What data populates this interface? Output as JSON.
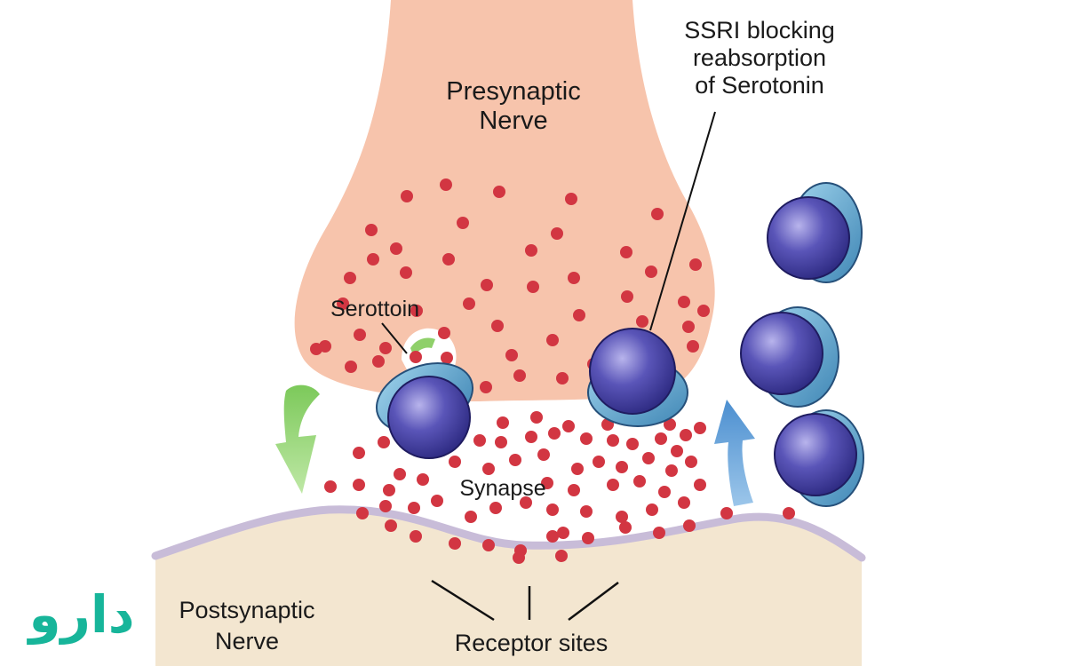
{
  "labels": {
    "presynaptic_line1": "Presynaptic",
    "presynaptic_line2": "Nerve",
    "ssri_line1": "SSRI blocking",
    "ssri_line2": "reabsorption",
    "ssri_line3": "of Serotonin",
    "serotonin": "Serottoin",
    "synapse": "Synapse",
    "postsynaptic_line1": "Postsynaptic",
    "postsynaptic_line2": "Nerve",
    "receptor_sites": "Receptor sites"
  },
  "logo": {
    "text": "دارو"
  },
  "colors": {
    "presynaptic_fill": "#f7c4ac",
    "postsynaptic_fill": "#f3e6d0",
    "membrane": "#c8bcd8",
    "serotonin_dot": "#d23642",
    "ssri_sphere": "#4b46a6",
    "ssri_ring": "#4e9bc7",
    "reuptake_arrow_green": "#92d36e",
    "reuptake_arrow_blue": "#5a9bd4",
    "logo": "#17b59a"
  }
}
